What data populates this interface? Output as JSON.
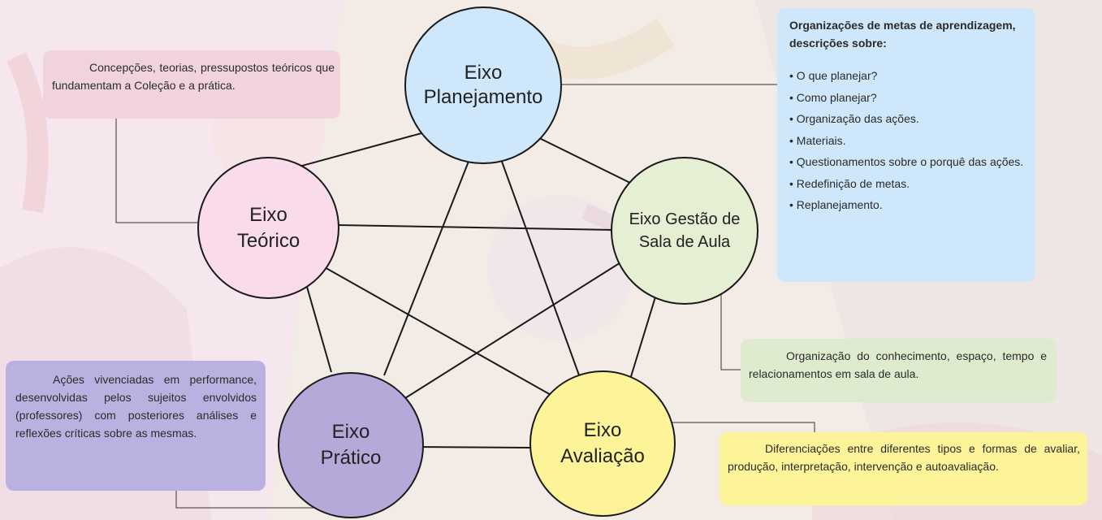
{
  "colors": {
    "planejamento": "#cfe7fa",
    "teorico": "#f9dbeb",
    "gestao": "#e4efd3",
    "pratico": "#b5a9d9",
    "avaliacao": "#fdf49a",
    "box_teorico": "#f1d3dd",
    "box_planejamento": "#cfe7fa",
    "box_gestao": "#dfebcf",
    "box_pratico": "#bbb1e0",
    "box_avaliacao": "#fdf49a",
    "lines": "#1a1a1a"
  },
  "nodes": {
    "planejamento": [
      "Eixo",
      "Planejamento"
    ],
    "teorico": [
      "Eixo",
      "Teórico"
    ],
    "gestao": [
      "Eixo Gestão de",
      "Sala de Aula"
    ],
    "pratico": [
      "Eixo",
      "Prático"
    ],
    "avaliacao": [
      "Eixo",
      "Avaliação"
    ]
  },
  "boxes": {
    "teorico": "Concepções, teorias, pressupostos teóricos que fundamentam a Coleção e a prática.",
    "planejamento": {
      "title": "Organizações de metas de aprendizagem, descrições sobre:",
      "items": [
        "• O que planejar?",
        "• Como planejar?",
        "• Organização das ações.",
        "• Materiais.",
        "• Questionamentos sobre o porquê das ações.",
        "• Redefinição de metas.",
        "• Replanejamento."
      ]
    },
    "gestao": "Organização do conhecimento, espaço, tempo e relacionamentos em sala de aula.",
    "pratico": "Ações vivenciadas em performance, desenvolvidas pelos sujeitos envolvidos (professores) com posteriores análises e reflexões críticas sobre as mesmas.",
    "avaliacao": "Diferenciações entre diferentes tipos e formas de avaliar, produção, interpretação, intervenção e autoavaliação."
  }
}
